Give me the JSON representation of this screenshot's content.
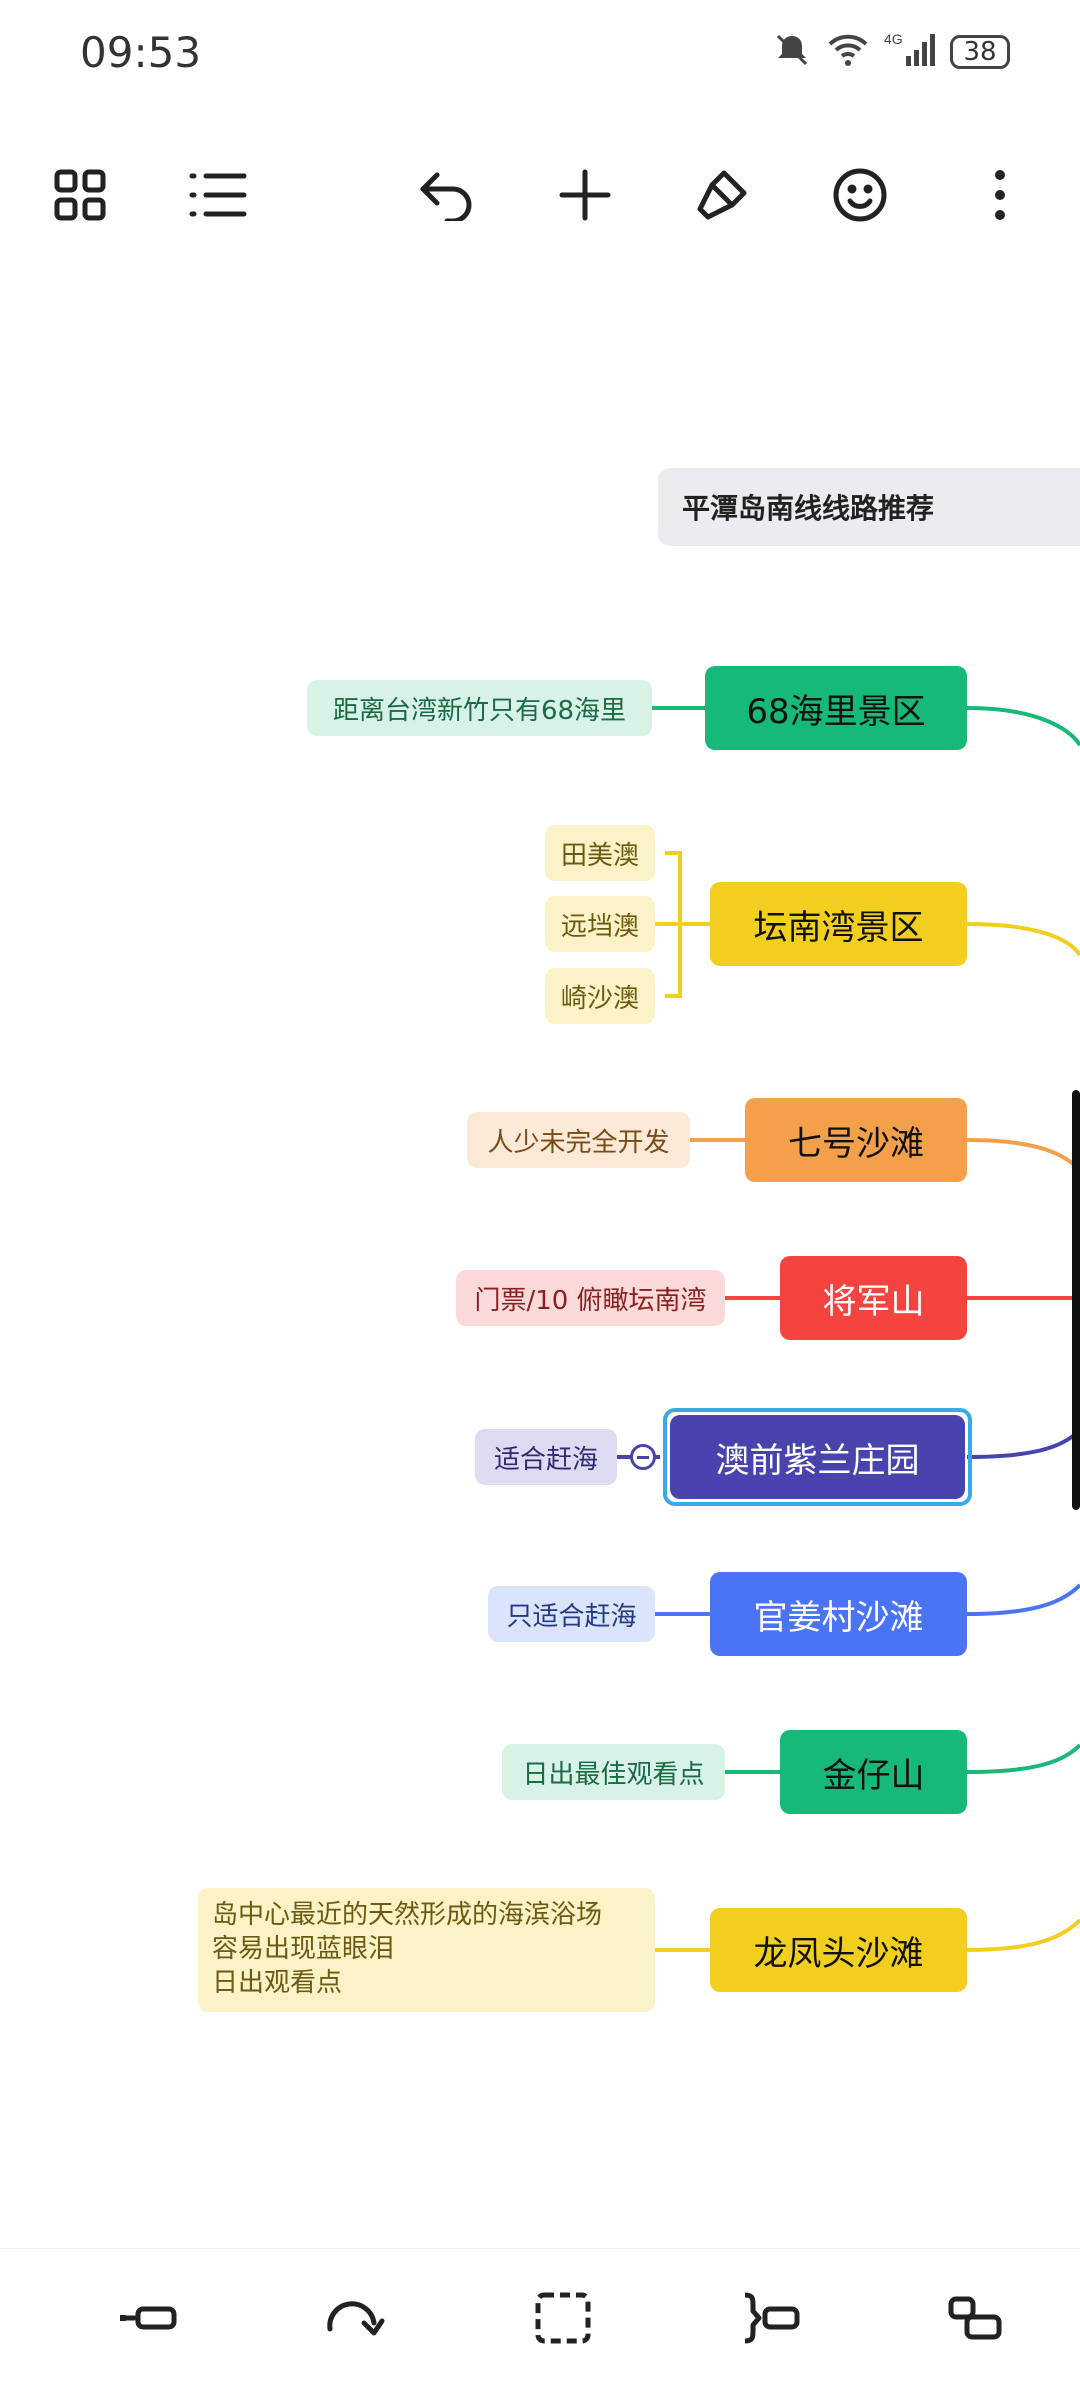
{
  "status": {
    "time": "09:53",
    "battery": "38"
  },
  "toolbar": {
    "icons": [
      "grid-icon",
      "outline-list-icon",
      "undo-icon",
      "add-icon",
      "format-brush-icon",
      "emoji-icon",
      "more-icon"
    ]
  },
  "mindmap": {
    "title": "平潭岛南线线路推荐",
    "nodes": [
      {
        "label": "68海里景区",
        "notes": [
          "距离台湾新竹只有68海里"
        ]
      },
      {
        "label": "坛南湾景区",
        "notes": [
          "田美澳",
          "远垱澳",
          "崎沙澳"
        ]
      },
      {
        "label": "七号沙滩",
        "notes": [
          "人少未完全开发"
        ]
      },
      {
        "label": "将军山",
        "notes": [
          "门票/10 俯瞰坛南湾"
        ]
      },
      {
        "label": "澳前紫兰庄园",
        "notes": [
          "适合赶海"
        ]
      },
      {
        "label": "官姜村沙滩",
        "notes": [
          "只适合赶海"
        ]
      },
      {
        "label": "金仔山",
        "notes": [
          "日出最佳观看点"
        ]
      },
      {
        "label": "龙凤头沙滩",
        "notes": [
          "岛中心最近的天然形成的海滨浴场",
          "容易出现蓝眼泪",
          "日出观看点"
        ]
      }
    ],
    "colors": {
      "green": "#17b978",
      "yellow": "#f2cf1f",
      "orange": "#f4a04a",
      "red": "#f5433f",
      "purple": "#4944ad",
      "blue": "#4a74f5",
      "selected_border": "#3aa9e8"
    }
  },
  "bottom_toolbar": {
    "icons": [
      "insert-sibling-icon",
      "redo-connector-icon",
      "select-box-icon",
      "summary-bracket-icon",
      "relationship-icon"
    ]
  }
}
